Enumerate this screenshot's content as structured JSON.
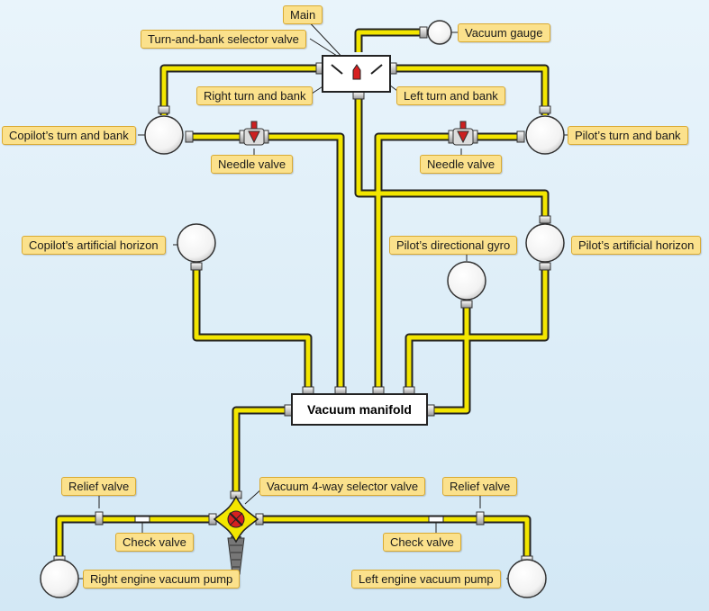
{
  "labels": {
    "main": "Main",
    "selector": "Turn-and-bank selector valve",
    "vacuum_gauge": "Vacuum gauge",
    "right_turn": "Right turn and bank",
    "left_turn": "Left turn and bank",
    "copilot_tb": "Copilot’s turn and bank",
    "pilot_tb": "Pilot’s turn and bank",
    "needle_left": "Needle valve",
    "needle_right": "Needle valve",
    "copilot_ah": "Copilot’s artificial horizon",
    "pilot_dg": "Pilot’s directional gyro",
    "pilot_ah": "Pilot’s artificial horizon",
    "manifold": "Vacuum manifold",
    "relief_left": "Relief valve",
    "relief_right": "Relief valve",
    "four_way": "Vacuum 4-way selector valve",
    "check_left": "Check valve",
    "check_right": "Check valve",
    "right_pump": "Right engine vacuum pump",
    "left_pump": "Left engine vacuum pump"
  },
  "colors": {
    "pipe": "#f3e600",
    "pipe_edge": "#222222",
    "label_fill": "#fbe18c",
    "valve_red": "#d62020"
  }
}
